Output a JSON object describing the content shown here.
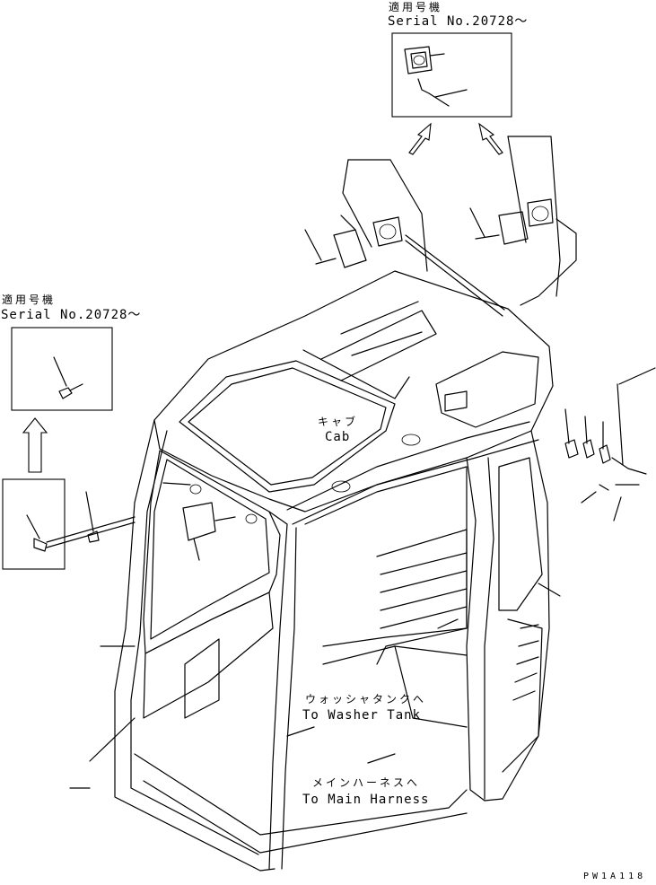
{
  "callouts": {
    "top_applicable": "適用号機",
    "top_serial": "Serial No.20728～",
    "left_applicable": "適用号機",
    "left_serial": "Serial No.20728～"
  },
  "labels": {
    "cab_jp": "キャブ",
    "cab_en": "Cab",
    "washer_jp": "ウォッシャタンクへ",
    "washer_en": "To Washer Tank",
    "harness_jp": "メインハーネスへ",
    "harness_en": "To Main Harness"
  },
  "drawing_code": "PW1A118"
}
